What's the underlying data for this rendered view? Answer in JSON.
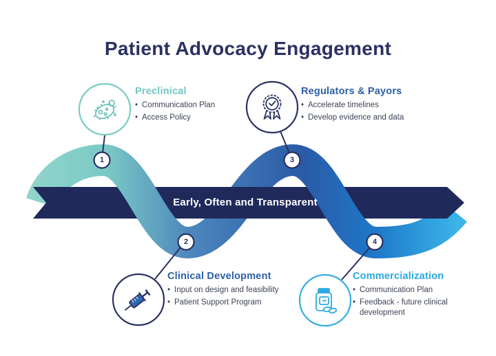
{
  "title": "Patient Advocacy Engagement",
  "banner": {
    "text": "Early, Often and Transparent"
  },
  "sections": [
    {
      "number": "1",
      "title": "Preclinical",
      "icon": "microbe-icon",
      "color": "#72C7C0",
      "bullets": [
        "Communication Plan",
        "Access Policy"
      ]
    },
    {
      "number": "2",
      "title": "Clinical Development",
      "icon": "syringe-icon",
      "color": "#2B5FA9",
      "bullets": [
        "Input on design and feasibility",
        "Patient Support Program"
      ]
    },
    {
      "number": "3",
      "title": "Regulators & Payors",
      "icon": "award-ribbon-icon",
      "color": "#2B5FA9",
      "bullets": [
        "Accelerate timelines",
        "Develop evidence and data"
      ]
    },
    {
      "number": "4",
      "title": "Commercialization",
      "icon": "pill-bottle-icon",
      "color": "#29A8E0",
      "bullets": [
        "Communication Plan",
        "Feedback - future clinical development"
      ]
    }
  ],
  "palette": {
    "title_text": "#2B3163",
    "banner_bg": "#1F2A5B",
    "banner_text": "#FFFFFF",
    "bullet_text": "#3D4257",
    "curve_gradient": [
      "#8FD3CB",
      "#7BCAC5",
      "#4E87BD",
      "#2B5AA7",
      "#1E78C8",
      "#3BB4E8"
    ]
  }
}
